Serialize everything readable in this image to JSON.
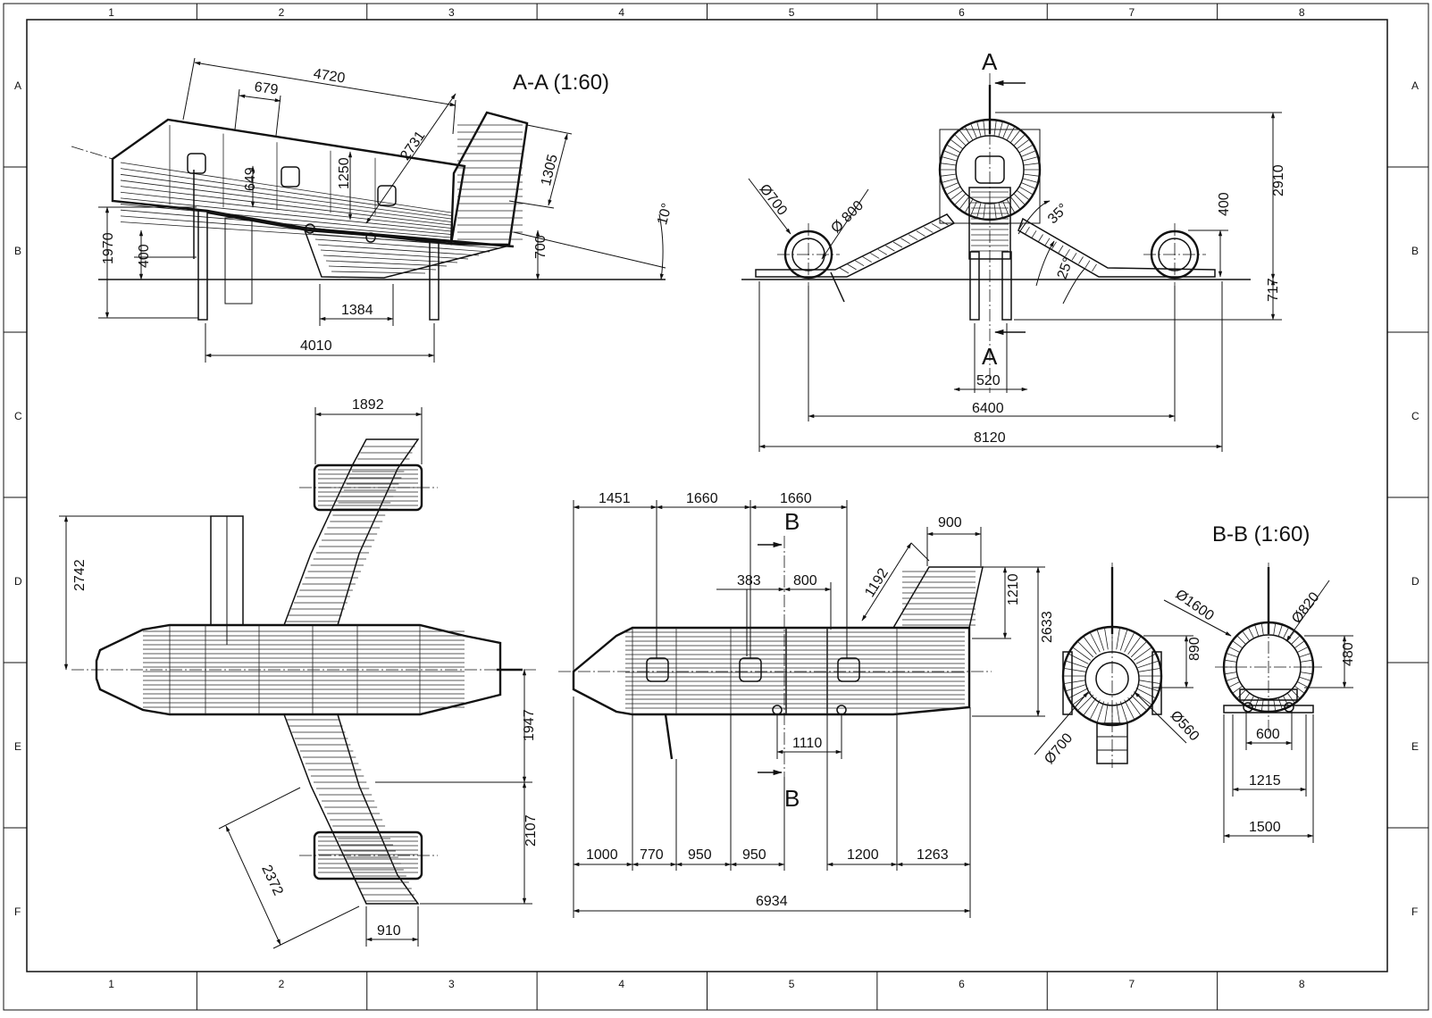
{
  "frame": {
    "columns": [
      "1",
      "2",
      "3",
      "4",
      "5",
      "6",
      "7",
      "8"
    ],
    "rows": [
      "A",
      "B",
      "C",
      "D",
      "E",
      "F"
    ]
  },
  "views": {
    "section_aa": {
      "title": "A-A (1:60)",
      "dims": {
        "length": "4720",
        "window": "679",
        "body": "2731",
        "tail": "1305",
        "height_inner": "1250",
        "inner": "649",
        "angle": "10°",
        "total_h": "1970",
        "low": "400",
        "mid": "700",
        "base": "1384",
        "legs": "4010"
      }
    },
    "front": {
      "cut_top": "A",
      "cut_bottom": "A",
      "dims": {
        "wheel_small": "Ø700",
        "wheel_big": "Ø 800",
        "angle1": "35°",
        "angle2": "25°",
        "h_wing": "400",
        "height": "2910",
        "foot": "717",
        "post": "520",
        "track": "6400",
        "span": "8120"
      }
    },
    "top": {
      "dims": {
        "wing_tip": "1892",
        "length_d": "2742",
        "half_span": "1947",
        "wing_root": "2107",
        "wing_edge": "2372",
        "tip_w": "910"
      }
    },
    "side": {
      "cut_top": "B",
      "cut_bottom": "B",
      "dims": {
        "s1": "1451",
        "s2": "1660",
        "s3": "1660",
        "fin": "900",
        "fin_edge": "1192",
        "a": "383",
        "b": "800",
        "fin_h": "1210",
        "height": "2633",
        "gap": "1110",
        "d1": "1000",
        "d2": "770",
        "d3": "950",
        "d4": "950",
        "d5": "1200",
        "d6": "1263",
        "total": "6934"
      }
    },
    "rear": {
      "dims": {
        "d_inner": "890",
        "d1": "Ø700",
        "d2": "Ø560"
      }
    },
    "section_bb": {
      "title": "B-B (1:60)",
      "dims": {
        "outer": "Ø1600",
        "inner": "Ø820",
        "h": "480",
        "w1": "600",
        "w2": "1215",
        "w3": "1500"
      }
    }
  }
}
